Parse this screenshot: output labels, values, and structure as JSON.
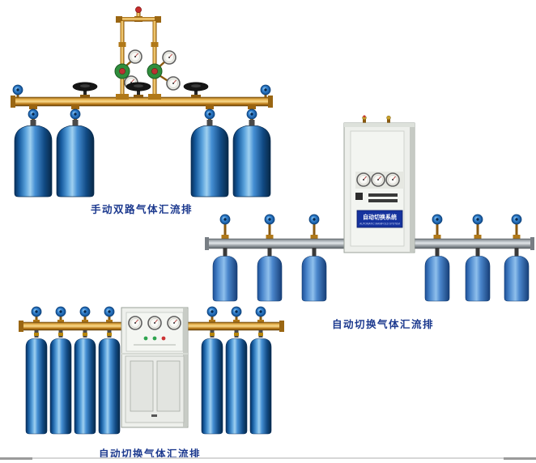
{
  "page": {
    "background": "#ffffff",
    "bottom_border_color": "#d6d6d6",
    "bottom_border_accent": "#9a9a9a"
  },
  "palette": {
    "brass": "#c08223",
    "brass_dark": "#7a4c08",
    "bottle_blue": "#2e7fd0",
    "bottle_blue_dark": "#0a3566",
    "knob_blue": "#2b7fd0",
    "cabinet_gray": "#edefeb",
    "manifold_silver": "#c9ced2",
    "caption_color": "#1d3a8f",
    "label_plate_blue": "#16339e"
  },
  "figures": [
    {
      "id": "manual-dual-manifold",
      "caption": "手动双路气体汇流排",
      "cylinder_count": 4
    },
    {
      "id": "auto-switch-manifold",
      "caption": "自动切换气体汇流排",
      "cylinder_count": 6,
      "cabinet_label_cn": "自动切换系统",
      "cabinet_label_en": "AUTOMATIC MANIFOLD SYSTEM"
    },
    {
      "id": "auto-switch-manifold-tall",
      "caption": "自动切换气体汇流排",
      "cylinder_count": 7
    }
  ]
}
